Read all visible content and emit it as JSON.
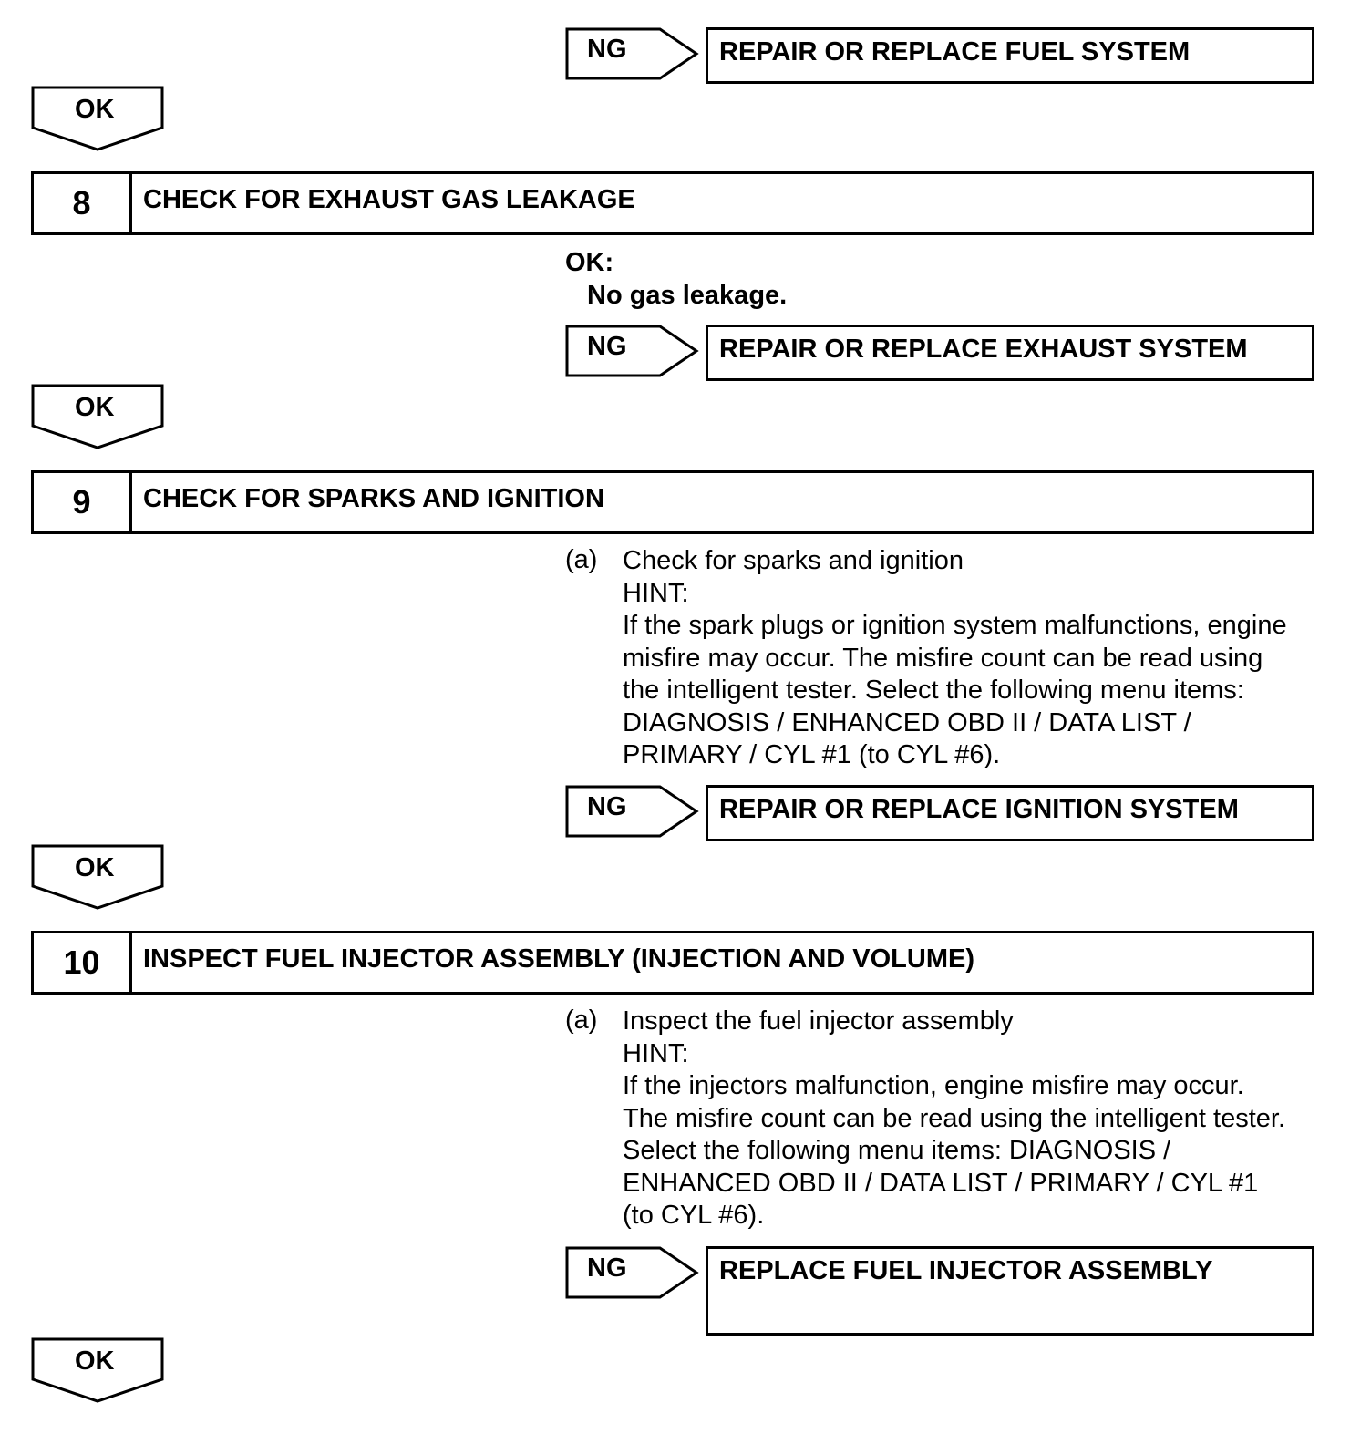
{
  "ng_label": "NG",
  "ok_label": "OK",
  "ng_results": [
    "REPAIR OR REPLACE FUEL SYSTEM",
    "REPAIR OR REPLACE EXHAUST SYSTEM",
    "REPAIR OR REPLACE IGNITION SYSTEM",
    "REPLACE FUEL INJECTOR ASSEMBLY"
  ],
  "steps": [
    {
      "number": "8",
      "title": "CHECK FOR EXHAUST GAS LEAKAGE"
    },
    {
      "number": "9",
      "title": "CHECK FOR SPARKS AND IGNITION"
    },
    {
      "number": "10",
      "title": "INSPECT FUEL INJECTOR ASSEMBLY (INJECTION AND VOLUME)"
    }
  ],
  "step8_condition": {
    "label": "OK:",
    "text": "No gas leakage."
  },
  "step9_instruction": {
    "label": "(a)",
    "lines": [
      "Check for sparks and ignition",
      "HINT:",
      "If the spark plugs or ignition system malfunctions, engine",
      "misfire may occur. The misfire count can be read using",
      "the intelligent tester. Select the following menu items:",
      "DIAGNOSIS / ENHANCED OBD II / DATA LIST /",
      "PRIMARY / CYL #1 (to CYL #6)."
    ]
  },
  "step10_instruction": {
    "label": "(a)",
    "lines": [
      "Inspect the fuel injector assembly",
      "HINT:",
      "If the injectors malfunction, engine misfire may occur.",
      "The misfire count can be read using the intelligent tester.",
      "Select the following menu items: DIAGNOSIS /",
      "ENHANCED OBD II / DATA LIST / PRIMARY / CYL #1",
      "(to CYL #6)."
    ]
  }
}
